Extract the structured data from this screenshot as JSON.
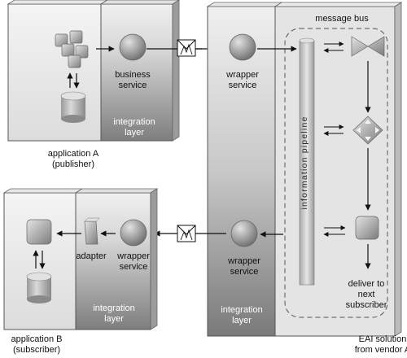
{
  "app_a": {
    "title": "application A",
    "subtitle": "(publisher)",
    "business_service_line1": "business",
    "business_service_line2": "service",
    "integration_line1": "integration",
    "integration_line2": "layer"
  },
  "eai": {
    "message_bus": "message bus",
    "pipeline": "information pipeline",
    "wrapper_top_line1": "wrapper",
    "wrapper_top_line2": "service",
    "wrapper_bottom_line1": "wrapper",
    "wrapper_bottom_line2": "service",
    "integration_line1": "integration",
    "integration_line2": "layer",
    "deliver_line1": "deliver to",
    "deliver_line2": "next",
    "deliver_line3": "subscriber",
    "title_line1": "EAI solution",
    "title_line2": "from vendor A"
  },
  "app_b": {
    "title": "application B",
    "subtitle": "(subscriber)",
    "adapter": "adapter",
    "wrapper_line1": "wrapper",
    "wrapper_line2": "service",
    "integration_line1": "integration",
    "integration_line2": "layer"
  },
  "colors": {
    "panel_light": "#f2f2f2",
    "panel_dark": "#8a8a8a",
    "shape_light": "#d8d8d8",
    "shape_dark": "#707070"
  }
}
